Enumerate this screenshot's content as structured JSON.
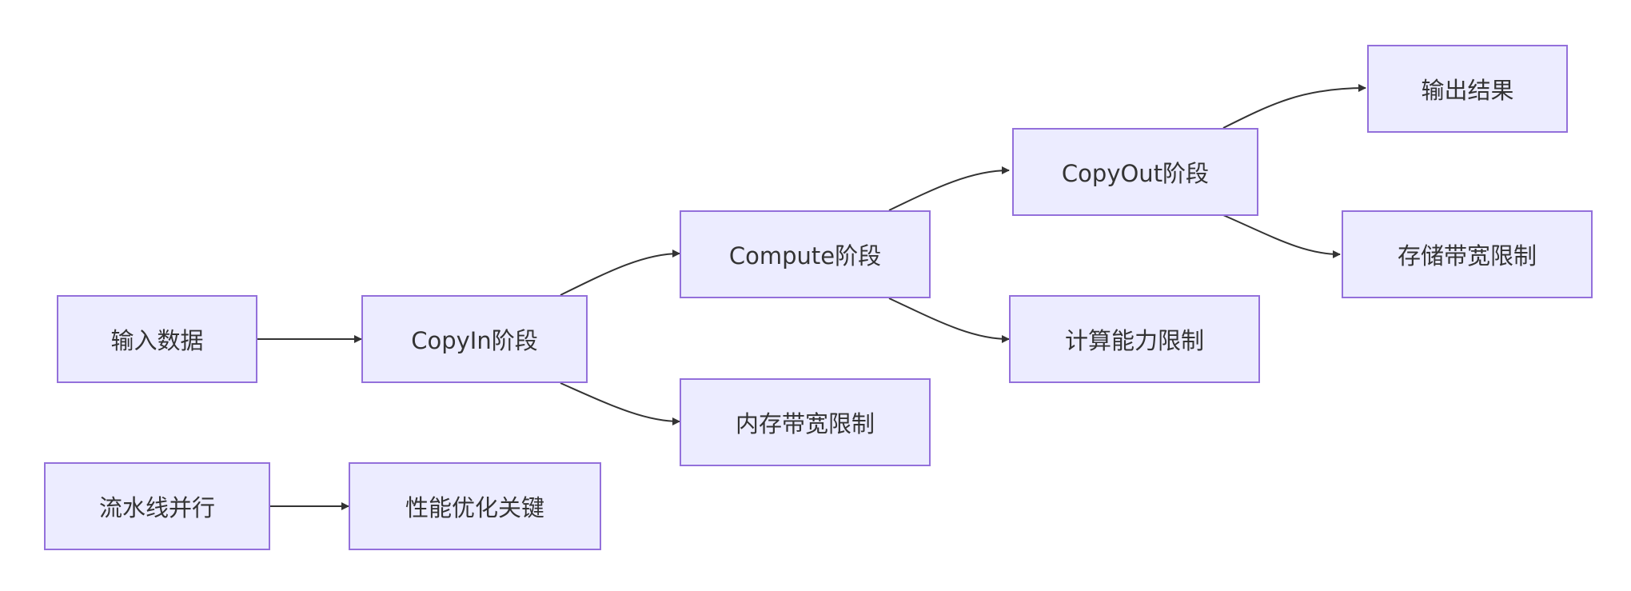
{
  "nodes": {
    "input_data": "输入数据",
    "copyin": "CopyIn阶段",
    "compute": "Compute阶段",
    "mem_bandwidth": "内存带宽限制",
    "copyout": "CopyOut阶段",
    "compute_limit": "计算能力限制",
    "output_result": "输出结果",
    "storage_bandwidth": "存储带宽限制",
    "pipeline_parallel": "流水线并行",
    "perf_key": "性能优化关键"
  },
  "edges": [
    [
      "input_data",
      "copyin"
    ],
    [
      "copyin",
      "compute"
    ],
    [
      "copyin",
      "mem_bandwidth"
    ],
    [
      "compute",
      "copyout"
    ],
    [
      "compute",
      "compute_limit"
    ],
    [
      "copyout",
      "output_result"
    ],
    [
      "copyout",
      "storage_bandwidth"
    ],
    [
      "pipeline_parallel",
      "perf_key"
    ]
  ],
  "colors": {
    "node_fill": "#ECECFF",
    "node_border": "#9370DB",
    "edge": "#333333",
    "text": "#333333"
  }
}
